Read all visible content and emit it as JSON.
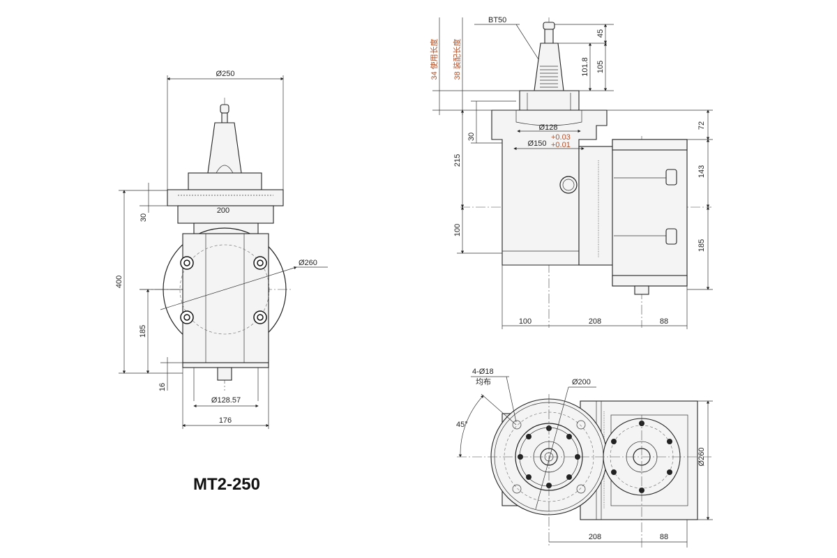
{
  "title": "MT2-250",
  "front_view": {
    "dims": {
      "d250": "Ø250",
      "w200": "200",
      "h30": "30",
      "h400": "400",
      "h185": "185",
      "h16": "16",
      "d128_57": "Ø128.57",
      "w176": "176",
      "d260": "Ø260"
    }
  },
  "side_view": {
    "holder_label": "BT50",
    "use_length": "34 使用长度",
    "assembly_length": "38 装配长度",
    "dims": {
      "h45": "45",
      "h105": "105",
      "h101_8": "101.8",
      "d128": "Ø128",
      "d150": "Ø150",
      "tol_upper": "+0.03",
      "tol_lower": "+0.01",
      "h30": "30",
      "h215": "215",
      "h100": "100",
      "h72": "72",
      "h143": "143",
      "h185": "185",
      "w100": "100",
      "w208": "208",
      "w88": "88"
    }
  },
  "bottom_view": {
    "holes": "4-Ø18",
    "holes_note": "均布",
    "d200": "Ø200",
    "angle": "45°",
    "d260": "Ø260",
    "w208": "208",
    "w88": "88"
  }
}
